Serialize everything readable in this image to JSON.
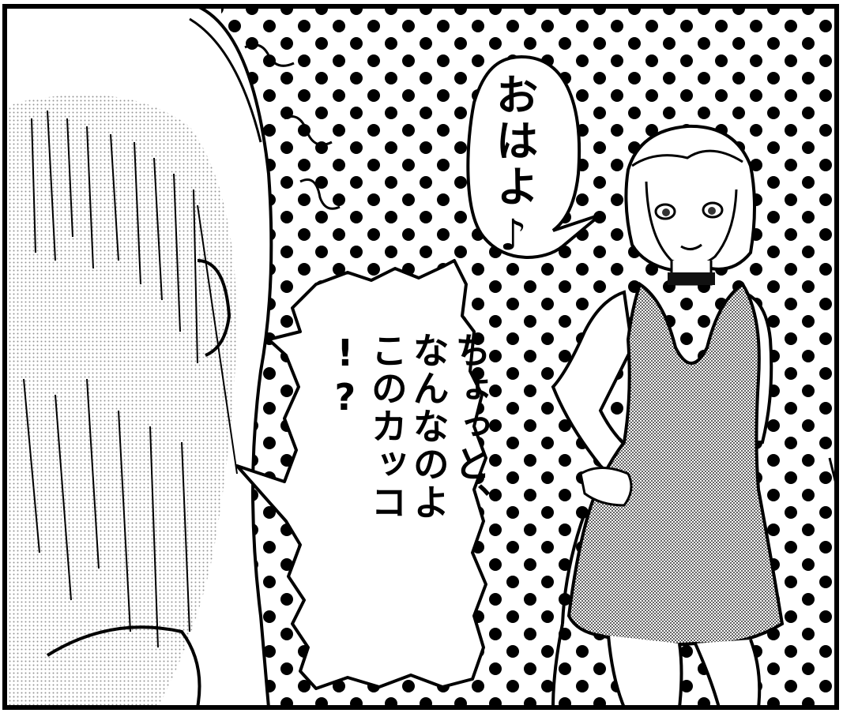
{
  "panel": {
    "bubble_top": {
      "text": "おはよ♪"
    },
    "bubble_bottom": {
      "lines": [
        "ちょっと、",
        "なんなのよ",
        "このカッコ",
        "!?"
      ]
    }
  },
  "colors": {
    "ink": "#000000",
    "paper": "#ffffff",
    "screentone": "#8a8a8a"
  }
}
